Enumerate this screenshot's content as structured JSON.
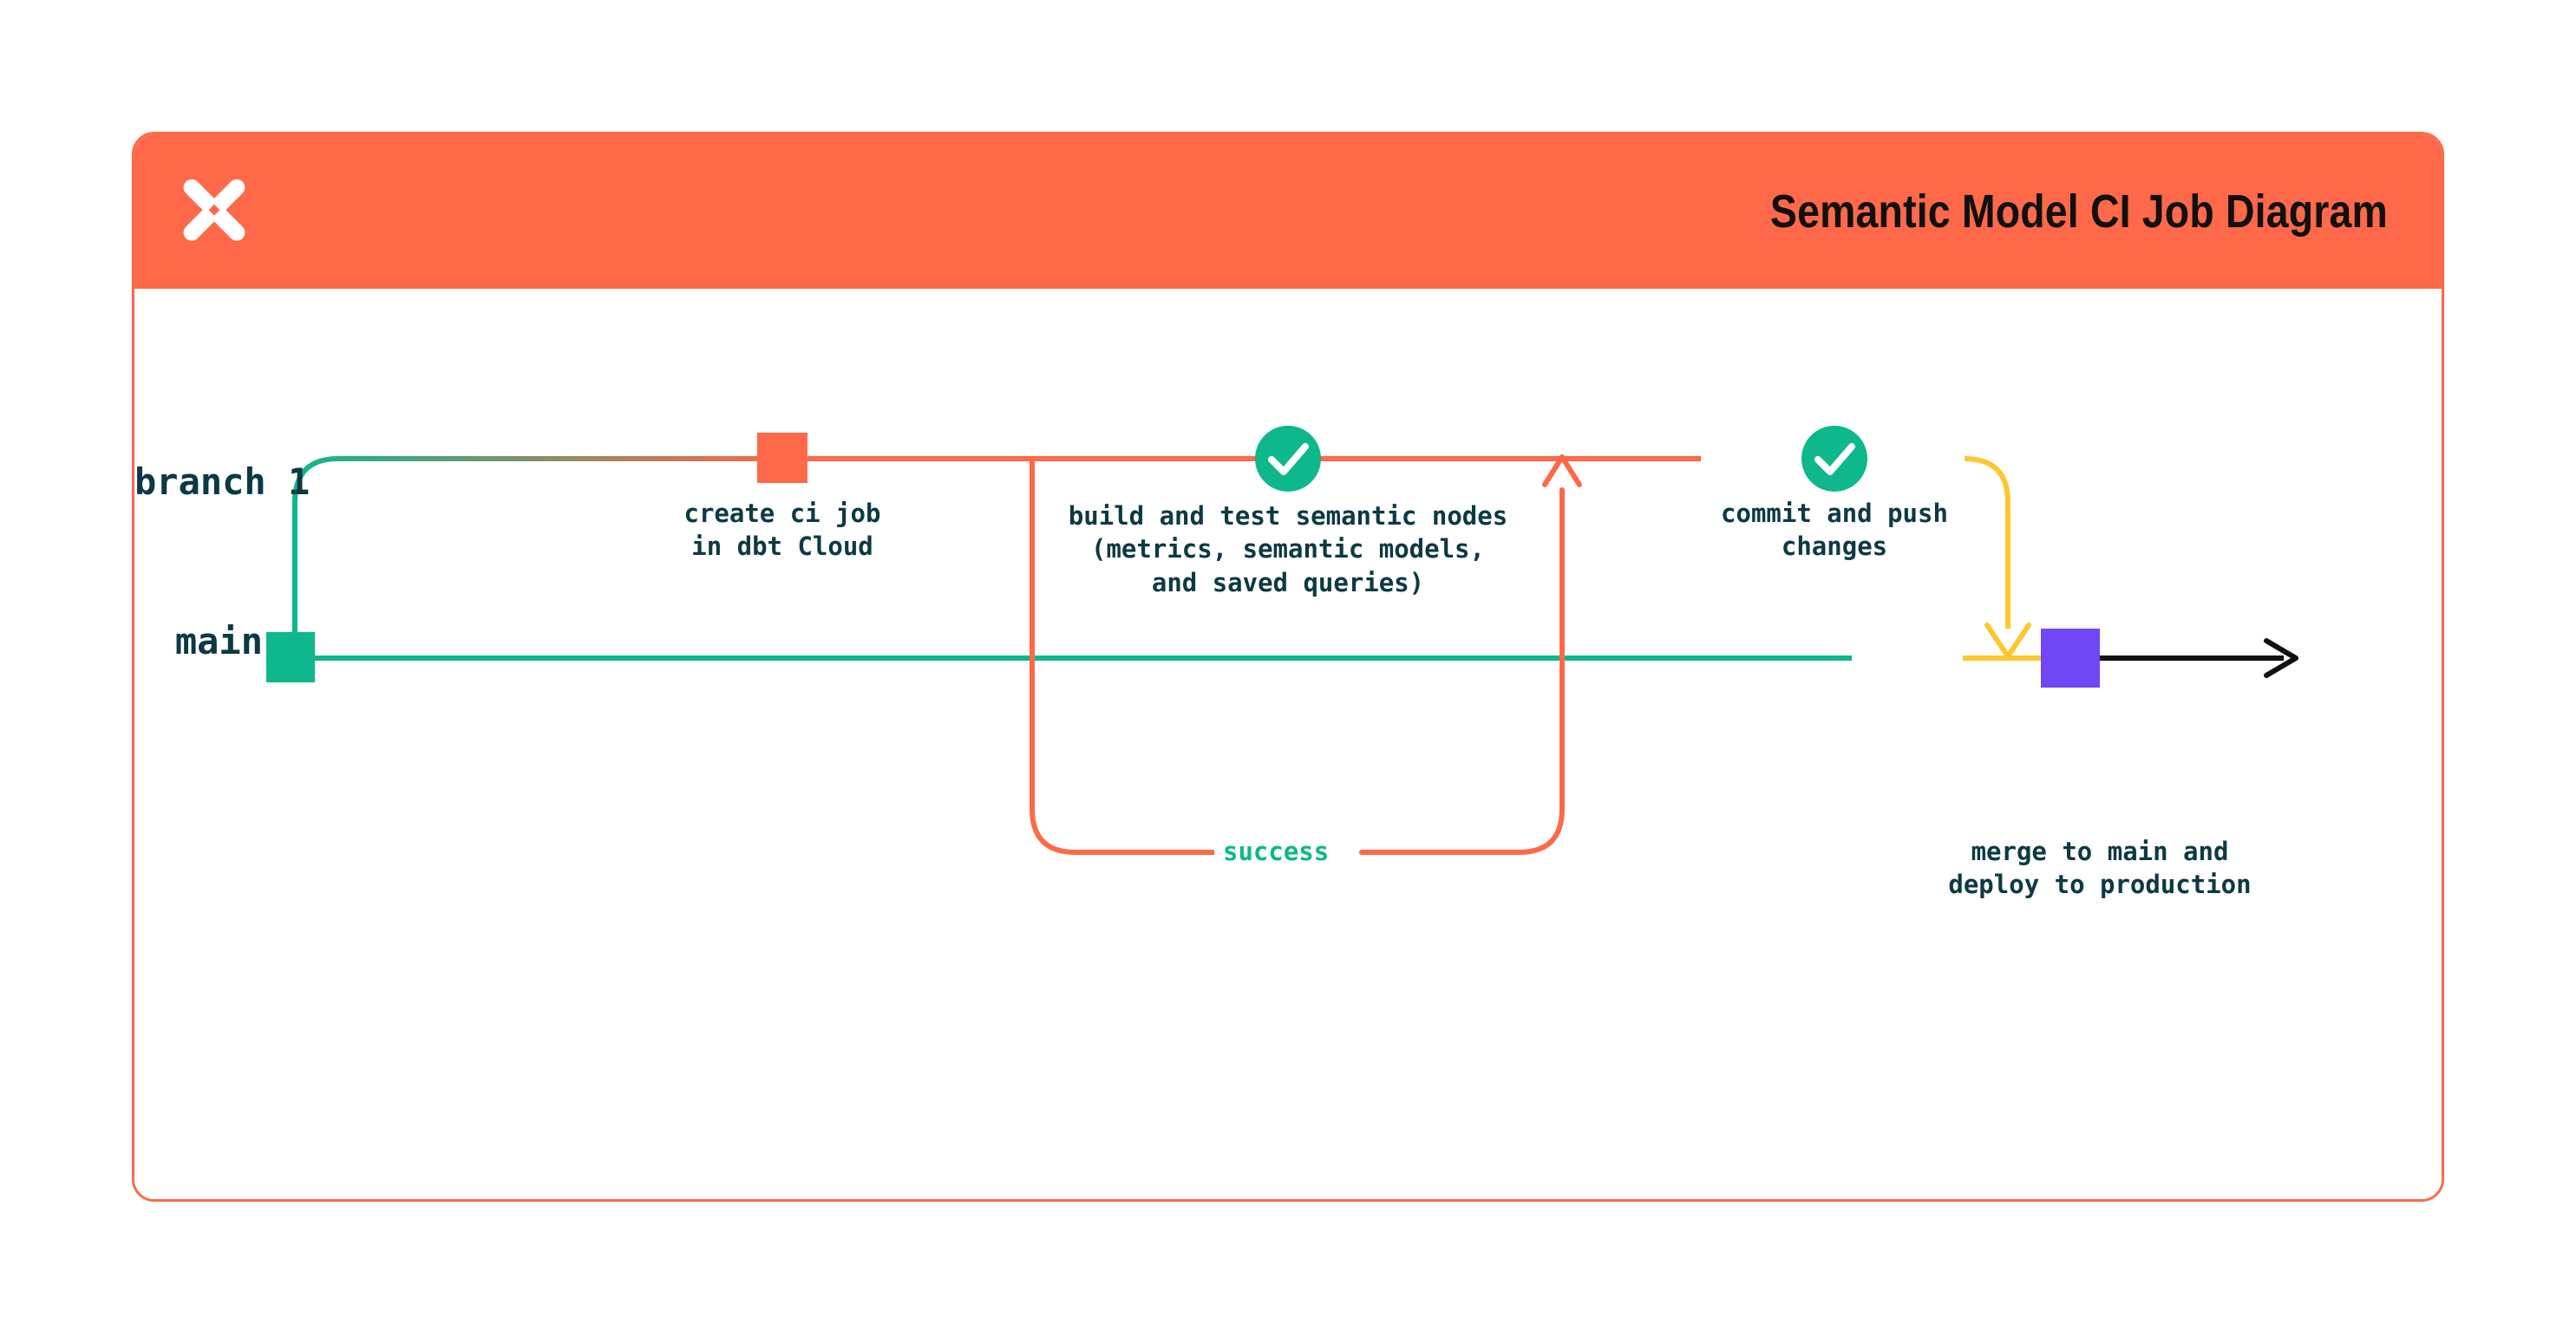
{
  "header": {
    "title": "Semantic Model CI Job Diagram",
    "logo_icon": "dbt-logo-icon",
    "bg_color": "#FF6849",
    "title_color": "#101010"
  },
  "colors": {
    "coral": "#FF6849",
    "green": "#0EB78C",
    "yellow": "#FFC72B",
    "purple": "#7047F5",
    "text_dark": "#0C3944",
    "black": "#111111"
  },
  "diagram": {
    "type": "git-branch-flow",
    "branches": [
      {
        "name": "branch 1",
        "line_color": "#FF6849"
      },
      {
        "name": "main",
        "line_color": "#0EB78C"
      }
    ],
    "nodes": [
      {
        "id": "main-start",
        "shape": "square",
        "color": "#0EB78C",
        "branch": "main",
        "label": ""
      },
      {
        "id": "create-ci-job",
        "shape": "square",
        "color": "#FF6849",
        "branch": "branch 1",
        "label": "create ci job\nin dbt Cloud"
      },
      {
        "id": "build-and-test",
        "shape": "circle-check",
        "color": "#0EB78C",
        "branch": "branch 1",
        "label": "build and test semantic nodes\n(metrics, semantic models,\nand saved queries)"
      },
      {
        "id": "commit-and-push",
        "shape": "circle-check",
        "color": "#0EB78C",
        "branch": "branch 1",
        "label": "commit and push\nchanges"
      },
      {
        "id": "merge-to-main",
        "shape": "square",
        "color": "#7047F5",
        "branch": "main",
        "label": "merge to main and\ndeploy to production"
      }
    ],
    "edges": [
      {
        "id": "success-loop",
        "label": "success",
        "label_color": "#0EB78C",
        "color": "#FF6849",
        "from": "build-and-test",
        "to": "commit-and-push"
      },
      {
        "id": "merge-edge",
        "label": "",
        "color": "#FFC72B",
        "from": "commit-and-push",
        "to": "merge-to-main"
      },
      {
        "id": "production-edge",
        "label": "",
        "color": "#111111",
        "from": "merge-to-main",
        "to": ""
      }
    ]
  }
}
